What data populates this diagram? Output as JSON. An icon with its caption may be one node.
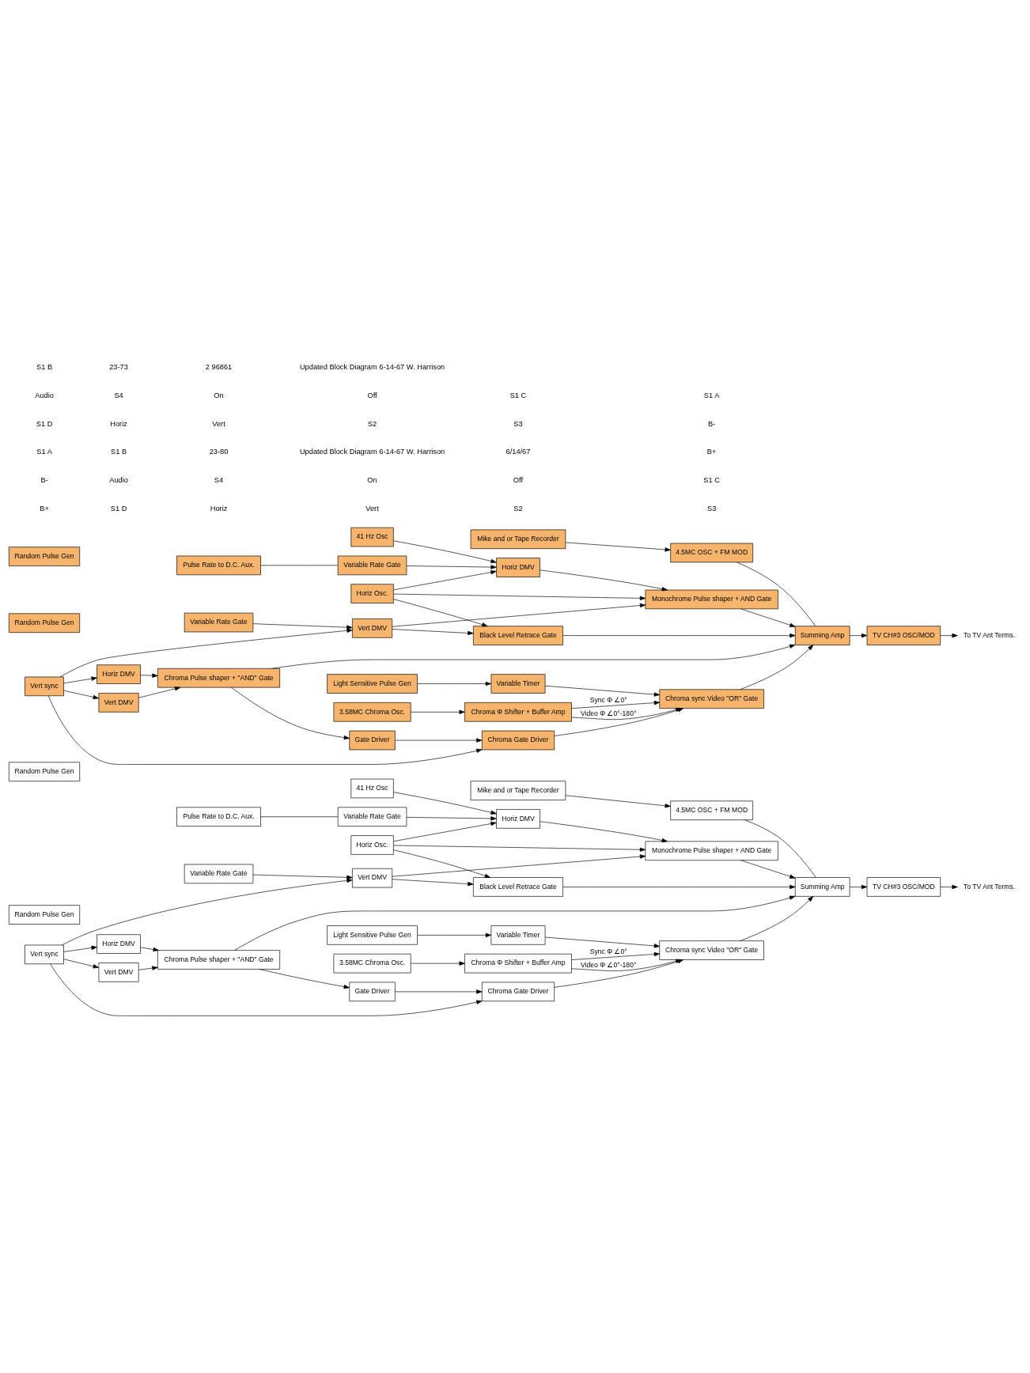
{
  "diagram": {
    "nodes": [
      {
        "text": [
          "Pulse Rate to D.C. Aux."
        ]
      },
      {
        "text": [
          "Random Pulse Gen"
        ]
      },
      {
        "text": [
          "Variable Rate Gate"
        ]
      },
      {
        "text": [
          "Random Pulse Gen"
        ]
      },
      {
        "text": [
          "Variable Rate Gate"
        ]
      },
      {
        "text": [
          "Mike and or Tape Recorder"
        ]
      },
      {
        "text": [
          "4.5MC OSC + FM MOD"
        ]
      },
      {
        "text": [
          "41 Hz Osc"
        ]
      },
      {
        "text": [
          "Horiz Osc."
        ]
      },
      {
        "text": [
          "Horiz DMV"
        ]
      },
      {
        "text": [
          "Monochrome Pulse shaper + AND Gate"
        ]
      },
      {
        "text": [
          "Vert DMV"
        ]
      },
      {
        "text": [
          "Black Level Retrace Gate"
        ]
      },
      {
        "text": [
          "Vert sync"
        ]
      },
      {
        "text": [
          "Horiz DMV"
        ]
      },
      {
        "text": [
          "Summing Amp"
        ]
      },
      {
        "text": [
          "TV CH#3 OSC/MOD"
        ]
      },
      {
        "text": [
          "Chroma Pulse shaper + \"AND\" Gate"
        ]
      },
      {
        "text": [
          "Vert DMV"
        ]
      },
      {
        "text": [
          "Gate Driver"
        ]
      },
      {
        "text": [
          "Chroma Gate Driver"
        ]
      },
      {
        "text": [
          "3.58MC Chroma Osc."
        ]
      },
      {
        "text": [
          "Chroma Φ Shifter + Buffer Amp"
        ]
      },
      {
        "text": [
          "Chroma sync Video \"OR\" Gate"
        ]
      },
      {
        "text": [
          "Variable Timer"
        ]
      },
      {
        "text": [
          "Light Sensitive Pulse Gen"
        ]
      },
      {
        "text": [
          "To TV Ant Terms."
        ]
      },
      {
        "text": [
          "Pulse Rate to D.C. Aux."
        ]
      },
      {
        "text": [
          "Random Pulse Gen"
        ]
      },
      {
        "text": [
          "Variable Rate Gate"
        ]
      },
      {
        "text": [
          "Random Pulse Gen"
        ]
      },
      {
        "text": [
          "Variable Rate Gate"
        ]
      },
      {
        "text": [
          "Mike and or Tape Recorder"
        ]
      },
      {
        "text": [
          "4.5MC OSC + FM MOD"
        ]
      },
      {
        "text": [
          "41 Hz Osc"
        ]
      },
      {
        "text": [
          "Horiz Osc."
        ]
      },
      {
        "text": [
          "Horiz DMV"
        ]
      },
      {
        "text": [
          "Monochrome Pulse shaper + AND Gate"
        ]
      },
      {
        "text": [
          "Vert DMV"
        ]
      },
      {
        "text": [
          "Black Level Retrace Gate"
        ]
      },
      {
        "text": [
          "Vert sync"
        ]
      },
      {
        "text": [
          "Horiz DMV"
        ]
      },
      {
        "text": [
          "Summing Amp"
        ]
      },
      {
        "text": [
          "TV CH#3 OSC/MOD"
        ]
      },
      {
        "text": [
          "Chroma Pulse shaper + \"AND\" Gate"
        ]
      },
      {
        "text": [
          "Vert DMV"
        ]
      },
      {
        "text": [
          "Gate Driver"
        ]
      },
      {
        "text": [
          "Chroma Gate Driver"
        ]
      },
      {
        "text": [
          "3.58MC Chroma Osc."
        ]
      },
      {
        "text": [
          "Chroma Φ Shifter + Buffer Amp"
        ]
      },
      {
        "text": [
          "Chroma sync Video \"OR\" Gate"
        ]
      },
      {
        "text": [
          "Variable Timer"
        ]
      },
      {
        "text": [
          "Light Sensitive Pulse Gen"
        ]
      },
      {
        "text": [
          "To TV Ant Terms."
        ]
      }
    ],
    "edges": [
      {
        "from": 0,
        "to": 2,
        "arrow": "none"
      },
      {
        "from": 2,
        "to": 9,
        "arrow": "to"
      },
      {
        "from": 4,
        "to": 11,
        "arrow": "to"
      },
      {
        "from": 7,
        "to": 9,
        "arrow": "to"
      },
      {
        "from": 5,
        "to": 6,
        "arrow": "to"
      },
      {
        "from": 6,
        "to": 15,
        "arrow": "none"
      },
      {
        "from": 8,
        "to": 9,
        "arrow": "to"
      },
      {
        "from": 8,
        "to": 10,
        "arrow": "to"
      },
      {
        "from": 9,
        "to": 10,
        "arrow": "to"
      },
      {
        "from": 11,
        "to": 10,
        "arrow": "to"
      },
      {
        "from": 11,
        "to": 12,
        "arrow": "to"
      },
      {
        "from": 8,
        "to": 12,
        "arrow": "to"
      },
      {
        "from": 13,
        "to": 11,
        "arrow": "to"
      },
      {
        "from": 13,
        "to": 14,
        "arrow": "to"
      },
      {
        "from": 13,
        "to": 18,
        "arrow": "to"
      },
      {
        "from": 13,
        "to": 20,
        "arrow": "to"
      },
      {
        "from": 10,
        "to": 15,
        "arrow": "to"
      },
      {
        "from": 12,
        "to": 15,
        "arrow": "to"
      },
      {
        "from": 14,
        "to": 17,
        "arrow": "to"
      },
      {
        "from": 18,
        "to": 17,
        "arrow": "to"
      },
      {
        "from": 17,
        "to": 19,
        "arrow": "to"
      },
      {
        "from": 17,
        "to": 15,
        "arrow": "to"
      },
      {
        "from": 19,
        "to": 20,
        "arrow": "to"
      },
      {
        "from": 20,
        "to": 23,
        "arrow": "to"
      },
      {
        "from": 21,
        "to": 22,
        "arrow": "to"
      },
      {
        "from": 22,
        "to": 23,
        "label": "Video Φ ∠0°-180°",
        "arrow": "to"
      },
      {
        "from": 22,
        "to": 23,
        "label": "Sync Φ ∠0°",
        "arrow": "to"
      },
      {
        "from": 23,
        "to": 15,
        "arrow": "to"
      },
      {
        "from": 25,
        "to": 24,
        "arrow": "to"
      },
      {
        "from": 24,
        "to": 23,
        "arrow": "to"
      },
      {
        "from": 15,
        "to": 16,
        "arrow": "to"
      },
      {
        "from": 16,
        "to": 26,
        "arrow": "to"
      },
      {
        "from": 27,
        "to": 29,
        "arrow": "none"
      },
      {
        "from": 29,
        "to": 36,
        "arrow": "to"
      },
      {
        "from": 31,
        "to": 38,
        "arrow": "to"
      },
      {
        "from": 34,
        "to": 36,
        "arrow": "to"
      },
      {
        "from": 32,
        "to": 33,
        "arrow": "to"
      },
      {
        "from": 33,
        "to": 42,
        "arrow": "none"
      },
      {
        "from": 35,
        "to": 36,
        "arrow": "to"
      },
      {
        "from": 35,
        "to": 37,
        "arrow": "to"
      },
      {
        "from": 36,
        "to": 37,
        "arrow": "to"
      },
      {
        "from": 38,
        "to": 37,
        "arrow": "to"
      },
      {
        "from": 38,
        "to": 39,
        "arrow": "to"
      },
      {
        "from": 35,
        "to": 39,
        "arrow": "to"
      },
      {
        "from": 40,
        "to": 38,
        "arrow": "to"
      },
      {
        "from": 40,
        "to": 41,
        "arrow": "to"
      },
      {
        "from": 40,
        "to": 45,
        "arrow": "to"
      },
      {
        "from": 40,
        "to": 47,
        "arrow": "to"
      },
      {
        "from": 37,
        "to": 42,
        "arrow": "to"
      },
      {
        "from": 39,
        "to": 42,
        "arrow": "to"
      },
      {
        "from": 41,
        "to": 44,
        "arrow": "to"
      },
      {
        "from": 45,
        "to": 44,
        "arrow": "to"
      },
      {
        "from": 44,
        "to": 46,
        "arrow": "to"
      },
      {
        "from": 44,
        "to": 42,
        "arrow": "to"
      },
      {
        "from": 46,
        "to": 47,
        "arrow": "to"
      },
      {
        "from": 47,
        "to": 50,
        "arrow": "to"
      },
      {
        "from": 48,
        "to": 49,
        "arrow": "to"
      },
      {
        "from": 49,
        "to": 50,
        "label": "Video Φ ∠0°-180°",
        "arrow": "to"
      },
      {
        "from": 49,
        "to": 50,
        "label": "Sync Φ ∠0°",
        "arrow": "to"
      },
      {
        "from": 50,
        "to": 42,
        "arrow": "to"
      },
      {
        "from": 52,
        "to": 51,
        "arrow": "to"
      },
      {
        "from": 51,
        "to": 50,
        "arrow": "to"
      },
      {
        "from": 42,
        "to": 43,
        "arrow": "to"
      },
      {
        "from": 43,
        "to": 53,
        "arrow": "to"
      }
    ],
    "labels": [
      "B+",
      "S1 D",
      "Horiz",
      "Vert",
      "S2",
      "S3",
      "B-",
      "Audio",
      "S4",
      "On",
      "Off",
      "S1 C",
      "S1 A",
      "S1 B",
      "23-80",
      "Updated Block Diagram 6-14-67 W. Harrison",
      "6/14/67",
      "B+",
      "S1 D",
      "Horiz",
      "Vert",
      "S2",
      "S3",
      "B-",
      "Audio",
      "S4",
      "On",
      "Off",
      "S1 C",
      "S1 A",
      "S1 B",
      "23-73",
      "2 96861",
      "Updated Block Diagram 6-14-67 W. Harrison"
    ]
  }
}
